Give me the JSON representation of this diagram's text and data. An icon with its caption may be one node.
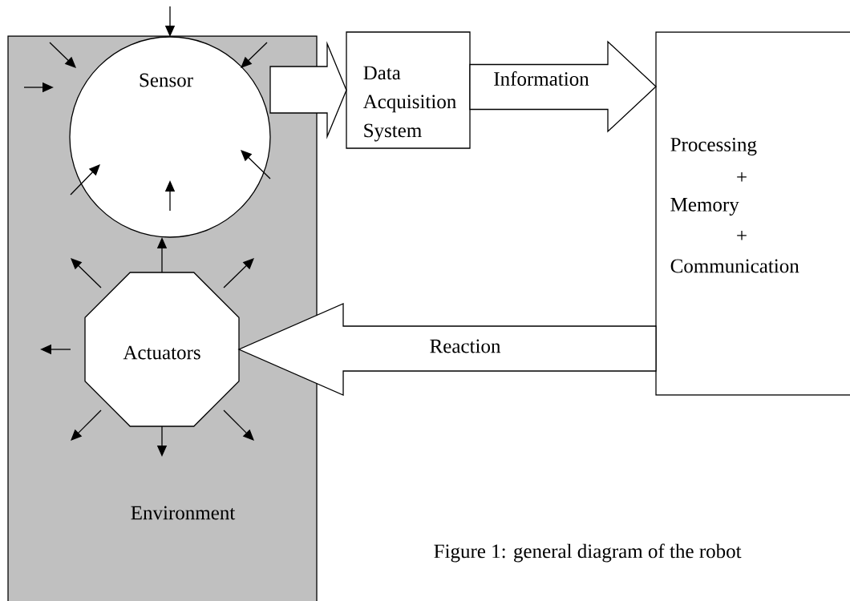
{
  "diagram": {
    "caption": "Figure 1: general diagram of the robot",
    "nodes": [
      {
        "text": [
          "Environment"
        ]
      },
      {
        "text": [
          "Sensor"
        ],
        "in": 0
      },
      {
        "text": [
          "Actuators"
        ],
        "in": 0
      },
      {
        "text": [
          "Data Acquisition System"
        ]
      },
      {
        "text": [
          "Processing",
          "+",
          "Memory",
          "+",
          "Communication"
        ]
      }
    ],
    "edges": [
      {
        "from": 1,
        "to": 3,
        "arrow": "to",
        "style": "thick"
      },
      {
        "from": 3,
        "to": 4,
        "arrow": "to",
        "style": "thick",
        "label": "Information"
      },
      {
        "from": 4,
        "to": 2,
        "arrow": "to",
        "style": "thick",
        "label": "Reaction"
      },
      {
        "from": 2,
        "to": 1,
        "arrow": "to"
      }
    ]
  }
}
